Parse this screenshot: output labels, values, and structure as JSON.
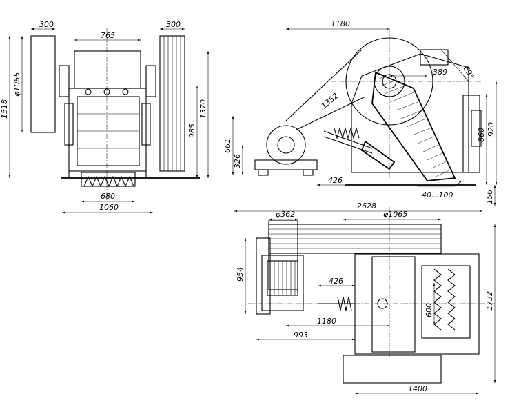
{
  "front_view": {
    "dims": {
      "motor_pulley_width": "300",
      "body_width": "765",
      "flywheel_width": "300",
      "pulley_dia": "φ1065",
      "overall_height": "1518",
      "height_1370": "1370",
      "height_985": "985",
      "mouth_width": "680",
      "base_width": "1060"
    }
  },
  "side_view": {
    "dims": {
      "shaft_offset": "1180",
      "angle": "69°",
      "shaft_to_front": "389",
      "belt_span": "1352",
      "height_920": "920",
      "height_860": "860",
      "motor_shaft_height": "661",
      "base_height": "326",
      "spring_offset": "426",
      "discharge_gap": "40...100",
      "discharge_height": "156"
    }
  },
  "plan_view": {
    "dims": {
      "overall_length": "2628",
      "motor_pulley_dia": "φ362",
      "flywheel_dia": "φ1065",
      "motor_depth": "954",
      "spring_offset": "426",
      "center_distance": "1180",
      "motor_offset": "993",
      "mouth_length": "600",
      "overall_width": "1732",
      "frame_length": "1400"
    }
  }
}
